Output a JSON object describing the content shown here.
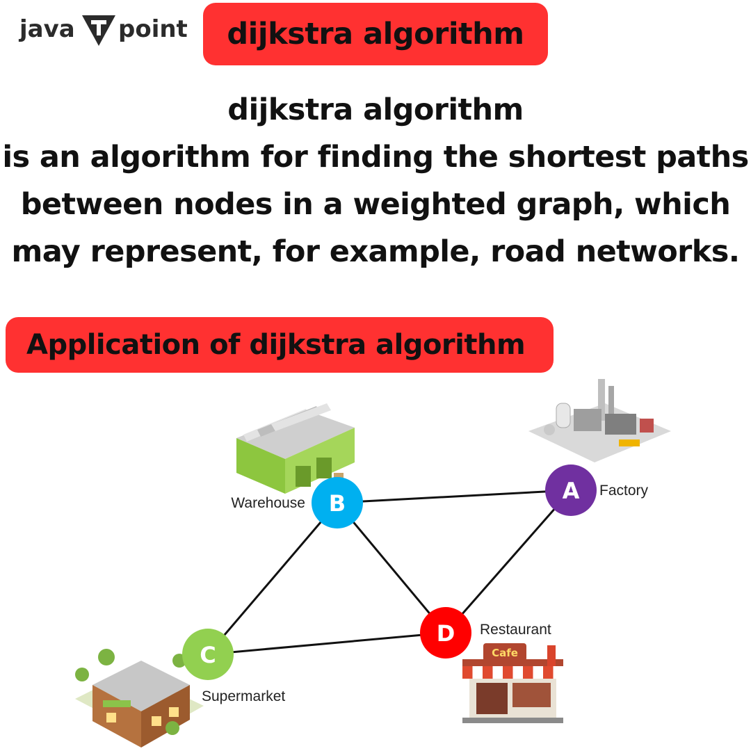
{
  "logo": {
    "left_text": "java",
    "right_text": "point",
    "mark_letter": "T"
  },
  "title": "dijkstra algorithm",
  "description": {
    "lines": [
      "dijkstra algorithm",
      "is an algorithm for finding the shortest paths",
      "between nodes in a weighted graph, which",
      "may represent, for example, road networks."
    ]
  },
  "subtitle": "Application of  dijkstra algorithm",
  "graph": {
    "nodes": [
      {
        "id": "A",
        "label": "Factory",
        "color": "#7030a0"
      },
      {
        "id": "B",
        "label": "Warehouse",
        "color": "#00b0f0"
      },
      {
        "id": "C",
        "label": "Supermarket",
        "color": "#92d050"
      },
      {
        "id": "D",
        "label": "Restaurant",
        "color": "#ff0000"
      }
    ],
    "edges": [
      [
        "B",
        "A"
      ],
      [
        "B",
        "C"
      ],
      [
        "B",
        "D"
      ],
      [
        "A",
        "D"
      ],
      [
        "C",
        "D"
      ]
    ],
    "cafe_sign": "Cafe"
  },
  "colors": {
    "accent": "#ff3131",
    "text": "#111111"
  }
}
